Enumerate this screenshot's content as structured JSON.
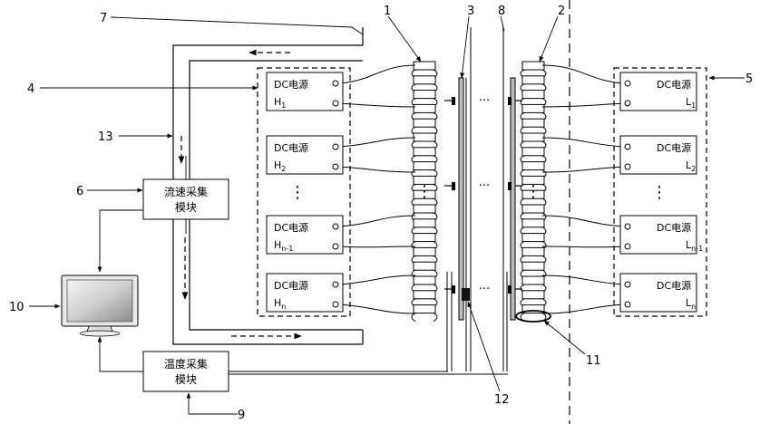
{
  "labels": [
    "1",
    "2",
    "3",
    "4",
    "5",
    "6",
    "7",
    "8",
    "9",
    "10",
    "11",
    "12",
    "13"
  ],
  "dc_power_label": "DC电源",
  "left_sources": [
    {
      "main": "H",
      "sub": "1"
    },
    {
      "main": "H",
      "sub": "2"
    },
    {
      "main": "H",
      "sub": "n-1"
    },
    {
      "main": "H",
      "sub": "n"
    }
  ],
  "right_sources": [
    {
      "main": "L",
      "sub": "1"
    },
    {
      "main": "L",
      "sub": "2"
    },
    {
      "main": "L",
      "sub": "n-1"
    },
    {
      "main": "L",
      "sub": "n"
    }
  ],
  "flow_module": {
    "line1": "流速采集",
    "line2": "模块"
  },
  "temp_module": {
    "line1": "温度采集",
    "line2": "模块"
  },
  "ellipsis": "⋮",
  "hdots": "···"
}
